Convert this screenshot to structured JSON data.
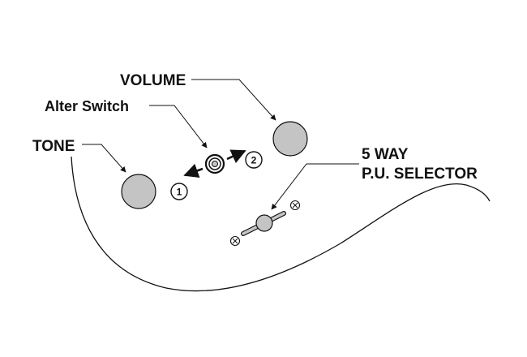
{
  "labels": {
    "volume": "VOLUME",
    "alter_switch": "Alter Switch",
    "tone": "TONE",
    "selector_line1": "5 WAY",
    "selector_line2": "P.U. SELECTOR"
  },
  "positions": {
    "one": "1",
    "two": "2"
  },
  "colors": {
    "knob_fill": "#c4c4c4",
    "ink": "#111111",
    "background": "#ffffff"
  }
}
